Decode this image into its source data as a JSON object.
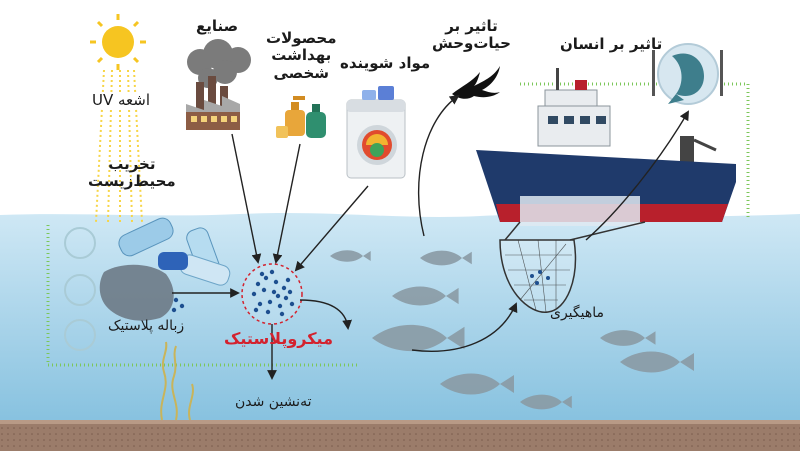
{
  "labels": {
    "uv_rays": "اشعه UV",
    "env_destruction": "تخریب\nمحیط‌زیست",
    "industries": "صنایع",
    "personal_care": "محصولات\nبهداشت\nشخصی",
    "detergents": "مواد شوینده",
    "wildlife_impact": "تاثیر بر\nحیات‌وحش",
    "human_impact": "تاثیر بر انسان",
    "plastic_waste": "زباله پلاستیک",
    "microplastic": "میکروپلاستیک",
    "sedimentation": "ته‌نشین شدن",
    "fishing": "ماهیگیری"
  },
  "colors": {
    "sky": "#ffffff",
    "water_top": "#c5e3f2",
    "water_bottom": "#8ec6e3",
    "seabed": "#8a6b5a",
    "ship_hull": "#1f3a6b",
    "ship_red": "#b8202c",
    "ship_white": "#e9ecef",
    "microplastic_dots": "#1d4f8f",
    "accent_red": "#d3222e",
    "fish": "#8a9aa4",
    "sun": "#f6c521",
    "smoke": "#7d7d7d",
    "dotted_path": "#6cc04a",
    "bird": "#111111"
  },
  "icons": [
    "sun-icon",
    "factory-icon",
    "smoke-icon",
    "soap-bottle-icon",
    "washing-machine-icon",
    "bird-icon",
    "fish-plate-icon",
    "ship-icon",
    "fishing-net-icon",
    "plastic-bottle-icon",
    "plastic-bag-icon",
    "seaweed-icon",
    "fish-icon",
    "recycle-symbol-icon"
  ]
}
